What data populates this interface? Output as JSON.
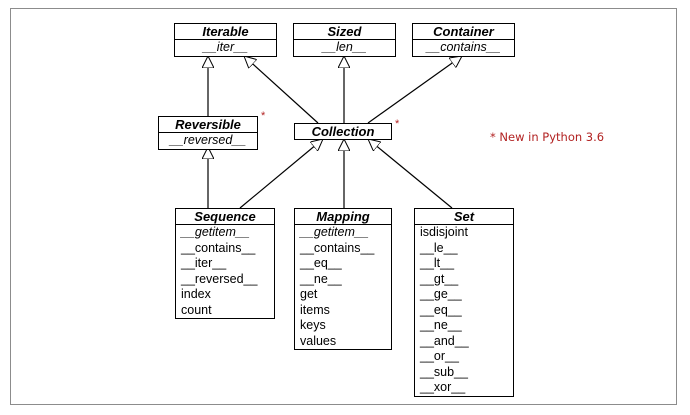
{
  "boxes": {
    "iterable": {
      "name": "Iterable",
      "members": [
        "__iter__"
      ],
      "italic": [
        true
      ]
    },
    "sized": {
      "name": "Sized",
      "members": [
        "__len__"
      ],
      "italic": [
        true
      ]
    },
    "container": {
      "name": "Container",
      "members": [
        "__contains__"
      ],
      "italic": [
        true
      ]
    },
    "reversible": {
      "name": "Reversible",
      "members": [
        "__reversed__"
      ],
      "italic": [
        true
      ]
    },
    "collection": {
      "name": "Collection",
      "members": []
    },
    "sequence": {
      "name": "Sequence",
      "members": [
        "__getitem__",
        "__contains__",
        "__iter__",
        "__reversed__",
        "index",
        "count"
      ],
      "italic": [
        true,
        false,
        false,
        false,
        false,
        false
      ]
    },
    "mapping": {
      "name": "Mapping",
      "members": [
        "__getitem__",
        "__contains__",
        "__eq__",
        "__ne__",
        "get",
        "items",
        "keys",
        "values"
      ],
      "italic": [
        true,
        false,
        false,
        false,
        false,
        false,
        false,
        false
      ]
    },
    "set": {
      "name": "Set",
      "members": [
        "isdisjoint",
        "__le__",
        "__lt__",
        "__gt__",
        "__ge__",
        "__eq__",
        "__ne__",
        "__and__",
        "__or__",
        "__sub__",
        "__xor__"
      ],
      "italic": [
        false,
        false,
        false,
        false,
        false,
        false,
        false,
        false,
        false,
        false,
        false
      ]
    }
  },
  "marker": "*",
  "note": "* New in Python 3.6",
  "colors": {
    "note": "#b22222",
    "line": "#000000",
    "frame": "#8c8c8c"
  }
}
